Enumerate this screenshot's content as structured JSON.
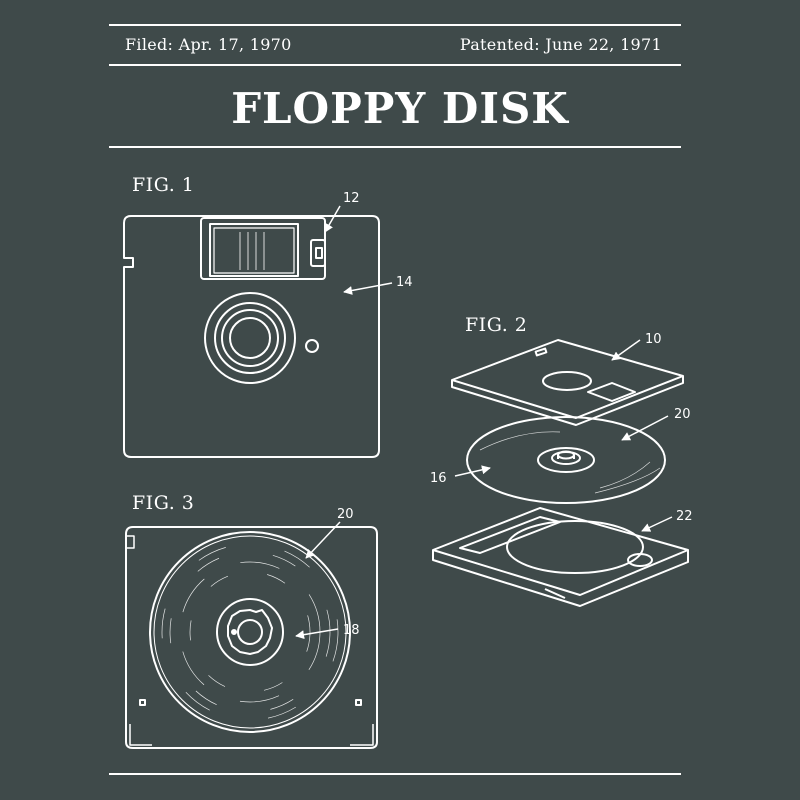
{
  "header": {
    "filed": "Filed: Apr. 17, 1970",
    "patented": "Patented: June 22, 1971"
  },
  "title": "FLOPPY DISK",
  "figures": {
    "fig1": {
      "label": "FIG. 1",
      "callouts": [
        "12",
        "14"
      ]
    },
    "fig2": {
      "label": "FIG. 2",
      "callouts": [
        "10",
        "20",
        "16",
        "22"
      ]
    },
    "fig3": {
      "label": "FIG. 3",
      "callouts": [
        "20",
        "18"
      ]
    }
  },
  "colors": {
    "background": "#3f4a4a",
    "ink": "#ffffff"
  }
}
